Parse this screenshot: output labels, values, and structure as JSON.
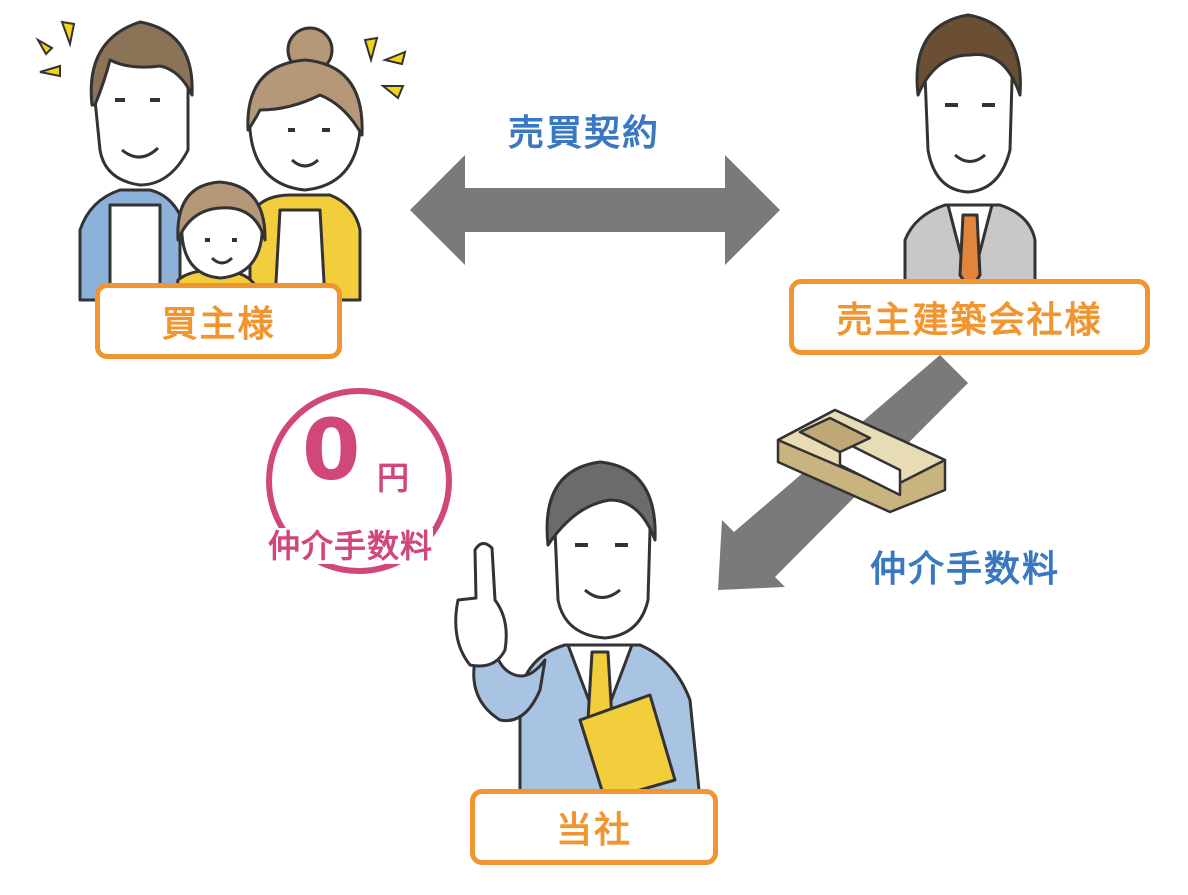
{
  "labels": {
    "buyer": "買主様",
    "seller": "売主建築会社様",
    "company": "当社"
  },
  "contract_label": "売買契約",
  "fee_label": "仲介手数料",
  "badge": {
    "amount": "0",
    "unit": "円",
    "fee": "仲介手数料"
  },
  "colors": {
    "label_border": "#f0952f",
    "label_text": "#f0952f",
    "blue_text": "#3a78c1",
    "badge": "#d1477c",
    "arrow": "#7a7a7a"
  },
  "icons": [
    "buyer-family-illustration",
    "seller-businessman-illustration",
    "agent-businessman-illustration",
    "money-bundle-icon",
    "double-arrow",
    "diagonal-arrow",
    "sparkle-icon"
  ]
}
